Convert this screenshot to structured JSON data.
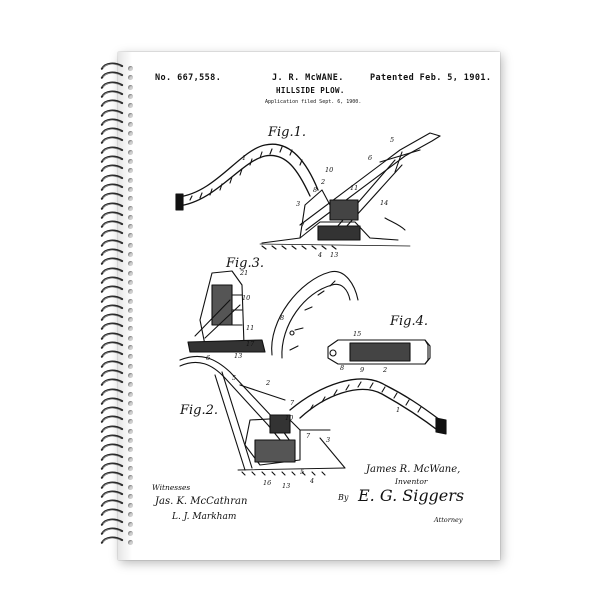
{
  "patent": {
    "number": "No. 667,558.",
    "inventor_header": "J. R. McWANE.",
    "date": "Patented Feb. 5, 1901.",
    "title": "HILLSIDE PLOW.",
    "application": "Application filed Sept. 6, 1900."
  },
  "figures": {
    "fig1": "Fig.1.",
    "fig2": "Fig.2.",
    "fig3": "Fig.3.",
    "fig4": "Fig.4."
  },
  "signatures": {
    "witnesses_label": "Witnesses",
    "witness_1": "Jas. K. McCathran",
    "witness_2": "L. J. Markham",
    "inventor_signature": "James R. McWane,",
    "inventor_label": "Inventor",
    "by": "By",
    "attorney_signature": "E. G. Siggers",
    "attorney_label": "Attorney"
  },
  "colors": {
    "ink": "#111111",
    "paper": "#ffffff",
    "coil": "#2b2b2b"
  }
}
